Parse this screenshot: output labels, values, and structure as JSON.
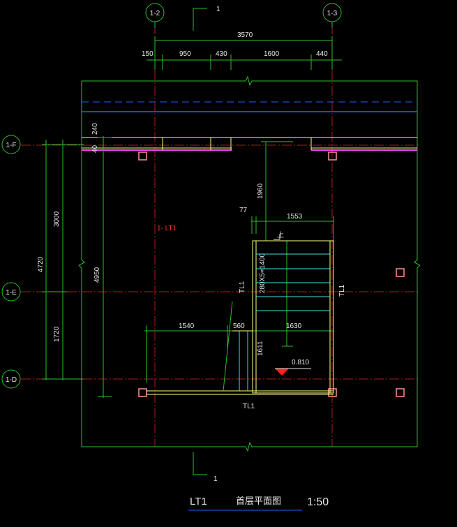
{
  "axes": {
    "top": [
      "1-2",
      "1-3"
    ],
    "left": [
      "1-F",
      "1-E",
      "1-D"
    ]
  },
  "section_mark": "1",
  "dimensions": {
    "overall": "3570",
    "d1": "150",
    "d2": "950",
    "d3": "430",
    "d4": "1600",
    "d5": "440",
    "h240": "240",
    "h40": "40",
    "v3000": "3000",
    "v4720": "4720",
    "v1720": "1720",
    "v4950": "4950",
    "v1960": "1960",
    "d77": "77",
    "d1553": "1553",
    "d1540": "1540",
    "d560": "560",
    "d1630": "1630",
    "v1611": "1611",
    "steps": "280X5=1400"
  },
  "labels": {
    "stair_tag": "1- LT1",
    "tl1_a": "TL1",
    "tl1_b": "TL1",
    "tl1_c": "TL1",
    "up": "上",
    "elevation": "0.810"
  },
  "title": {
    "code": "LT1",
    "name": "首层平面图",
    "scale": "1:50"
  },
  "colors": {
    "line": "#2bbf2b",
    "axis": "#c02020",
    "wall": "#ffff80",
    "blue": "#2060ff",
    "magenta": "#ff40ff",
    "cyan": "#40e0e0",
    "column": "#ff9090"
  }
}
